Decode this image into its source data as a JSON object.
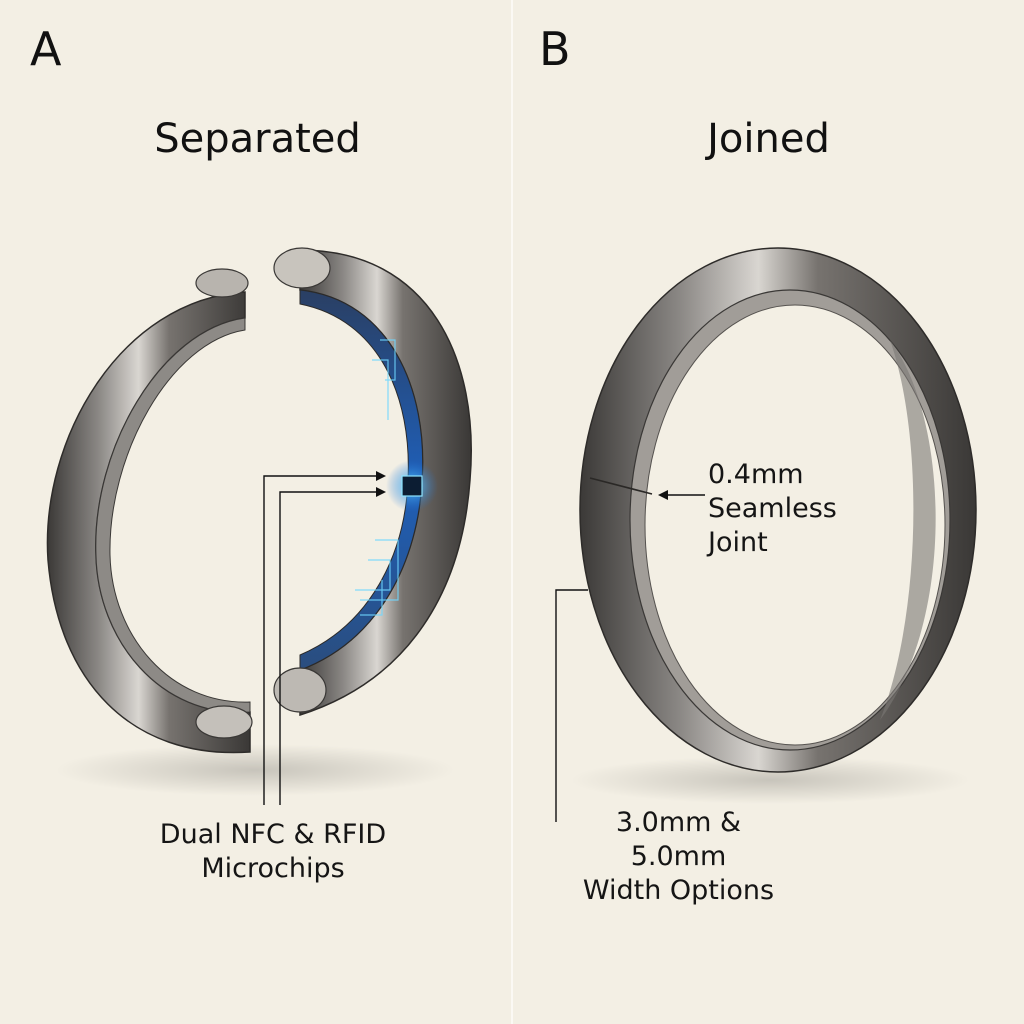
{
  "panels": [
    {
      "letter": "A",
      "title": "Separated"
    },
    {
      "letter": "B",
      "title": "Joined"
    }
  ],
  "callouts": {
    "chips": {
      "line1": "Dual NFC & RFID",
      "line2": "Microchips"
    },
    "joint": {
      "line1": "0.4mm",
      "line2": "Seamless",
      "line3": "Joint"
    },
    "width": {
      "line1": "3.0mm & 5.0mm",
      "line2": "Width Options"
    }
  },
  "colors": {
    "background": "#f3efe4",
    "metal": "#6e6b69",
    "circuit": "#1e6fd6"
  }
}
